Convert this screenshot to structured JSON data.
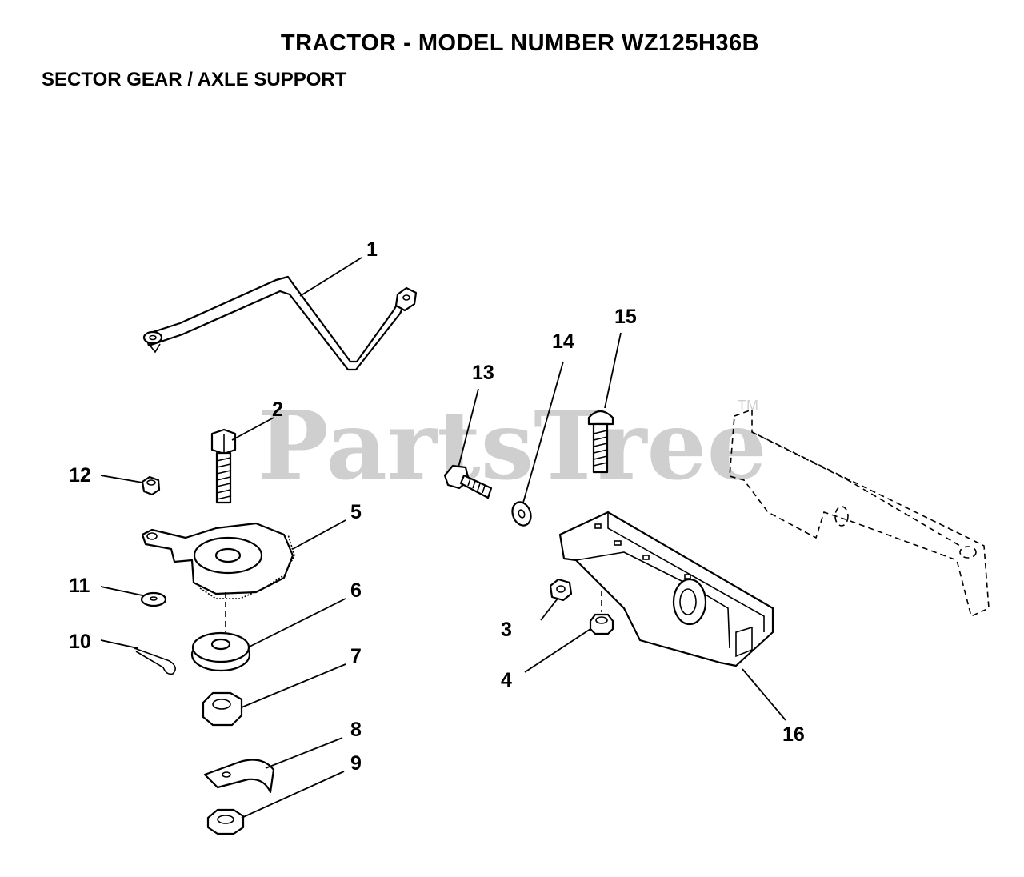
{
  "header": {
    "title": "TRACTOR  - MODEL NUMBER WZ125H36B",
    "subtitle": "SECTOR GEAR / AXLE SUPPORT"
  },
  "watermark": {
    "text": "PartsTree",
    "trademark": "TM"
  },
  "callouts": [
    {
      "id": "callout-1",
      "label": "1"
    },
    {
      "id": "callout-2",
      "label": "2"
    },
    {
      "id": "callout-3",
      "label": "3"
    },
    {
      "id": "callout-4",
      "label": "4"
    },
    {
      "id": "callout-5",
      "label": "5"
    },
    {
      "id": "callout-6",
      "label": "6"
    },
    {
      "id": "callout-7",
      "label": "7"
    },
    {
      "id": "callout-8",
      "label": "8"
    },
    {
      "id": "callout-9",
      "label": "9"
    },
    {
      "id": "callout-10",
      "label": "10"
    },
    {
      "id": "callout-11",
      "label": "11"
    },
    {
      "id": "callout-12",
      "label": "12"
    },
    {
      "id": "callout-13",
      "label": "13"
    },
    {
      "id": "callout-14",
      "label": "14"
    },
    {
      "id": "callout-15",
      "label": "15"
    },
    {
      "id": "callout-16",
      "label": "16"
    }
  ]
}
